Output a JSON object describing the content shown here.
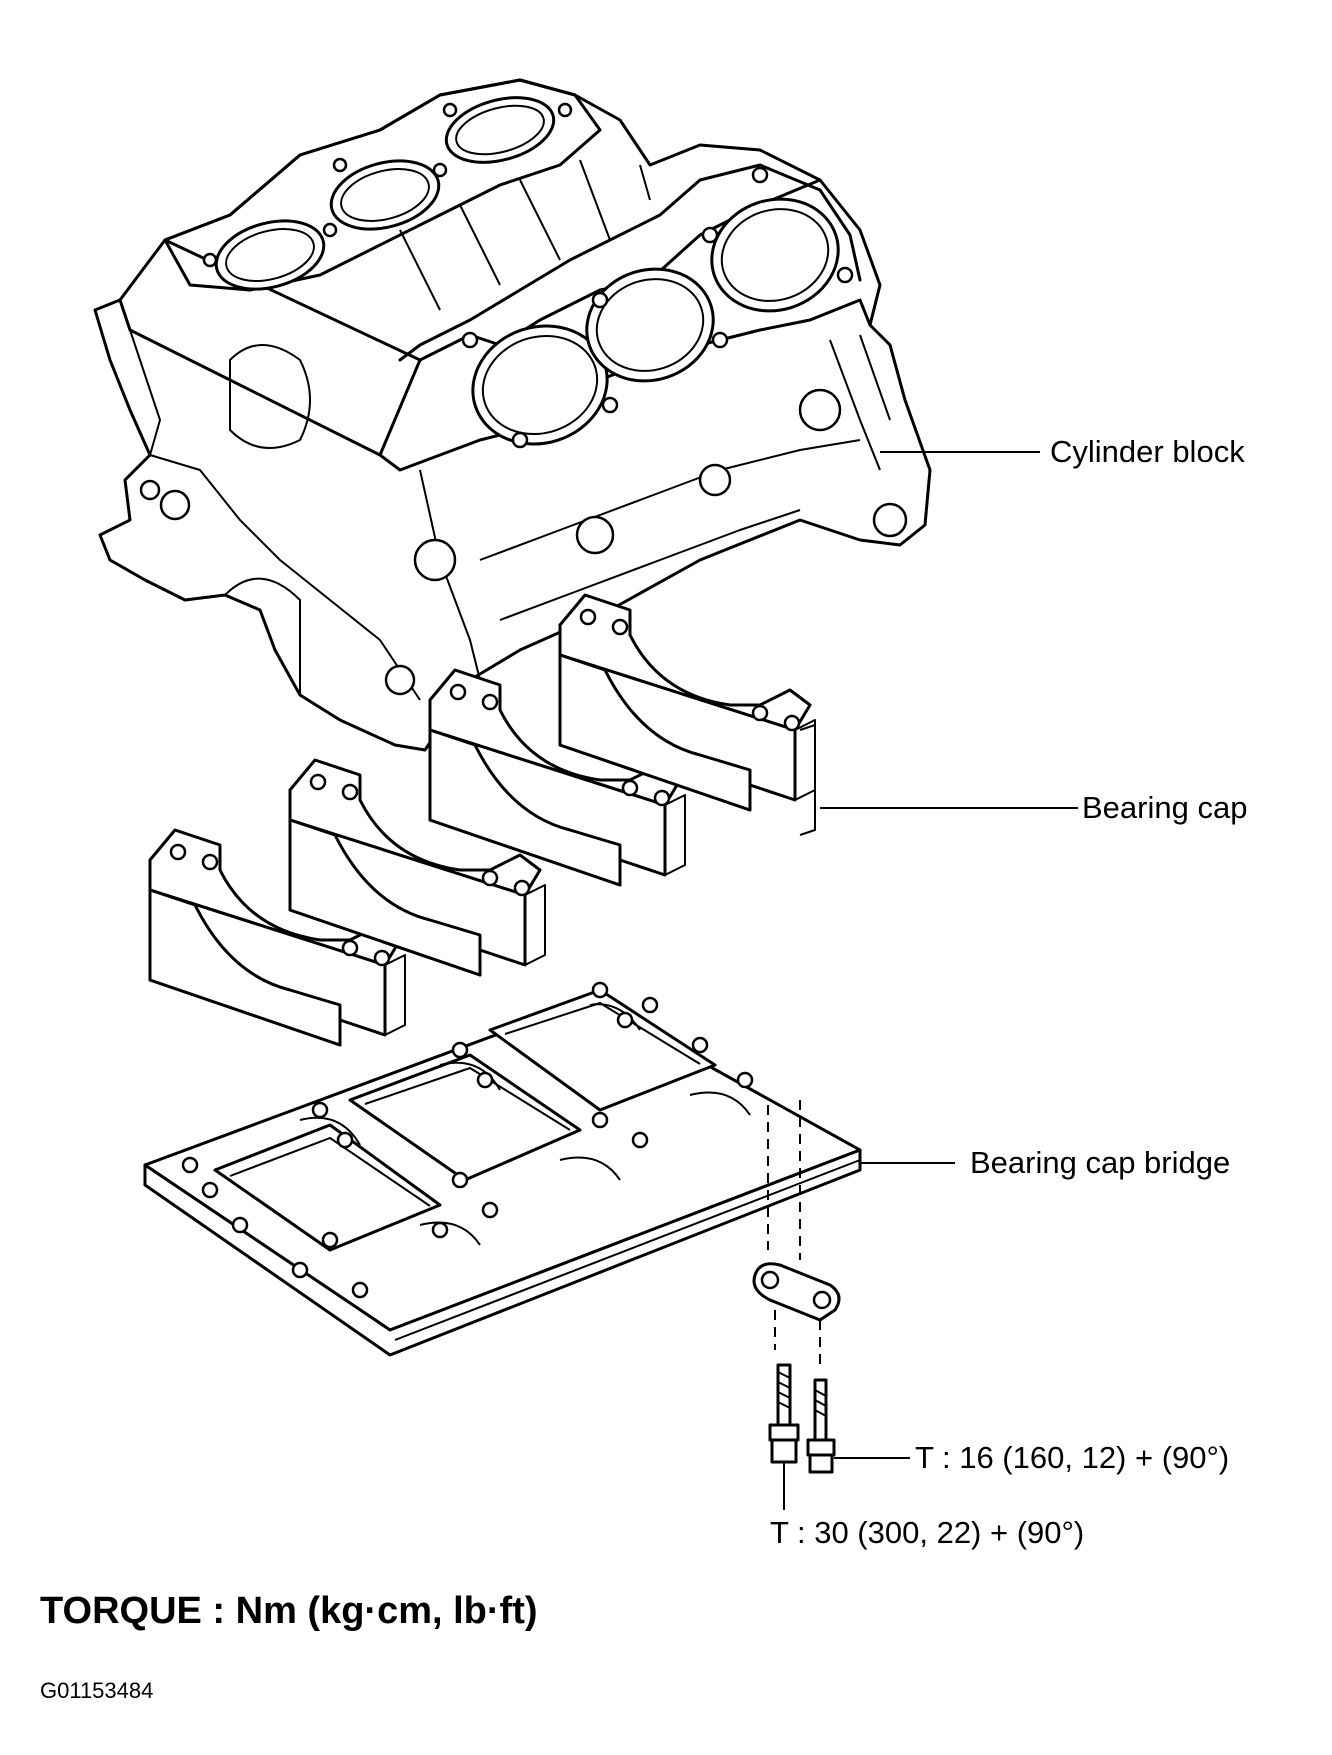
{
  "labels": {
    "cylinder_block": "Cylinder block",
    "bearing_cap": "Bearing cap",
    "bearing_cap_bridge": "Bearing cap bridge",
    "torque_small_bolt": "T : 16 (160, 12) + (90°)",
    "torque_large_bolt": "T : 30 (300, 22) + (90°)"
  },
  "torque_units_title": "TORQUE : Nm (kg·cm, lb·ft)",
  "figure_id": "G01153484"
}
